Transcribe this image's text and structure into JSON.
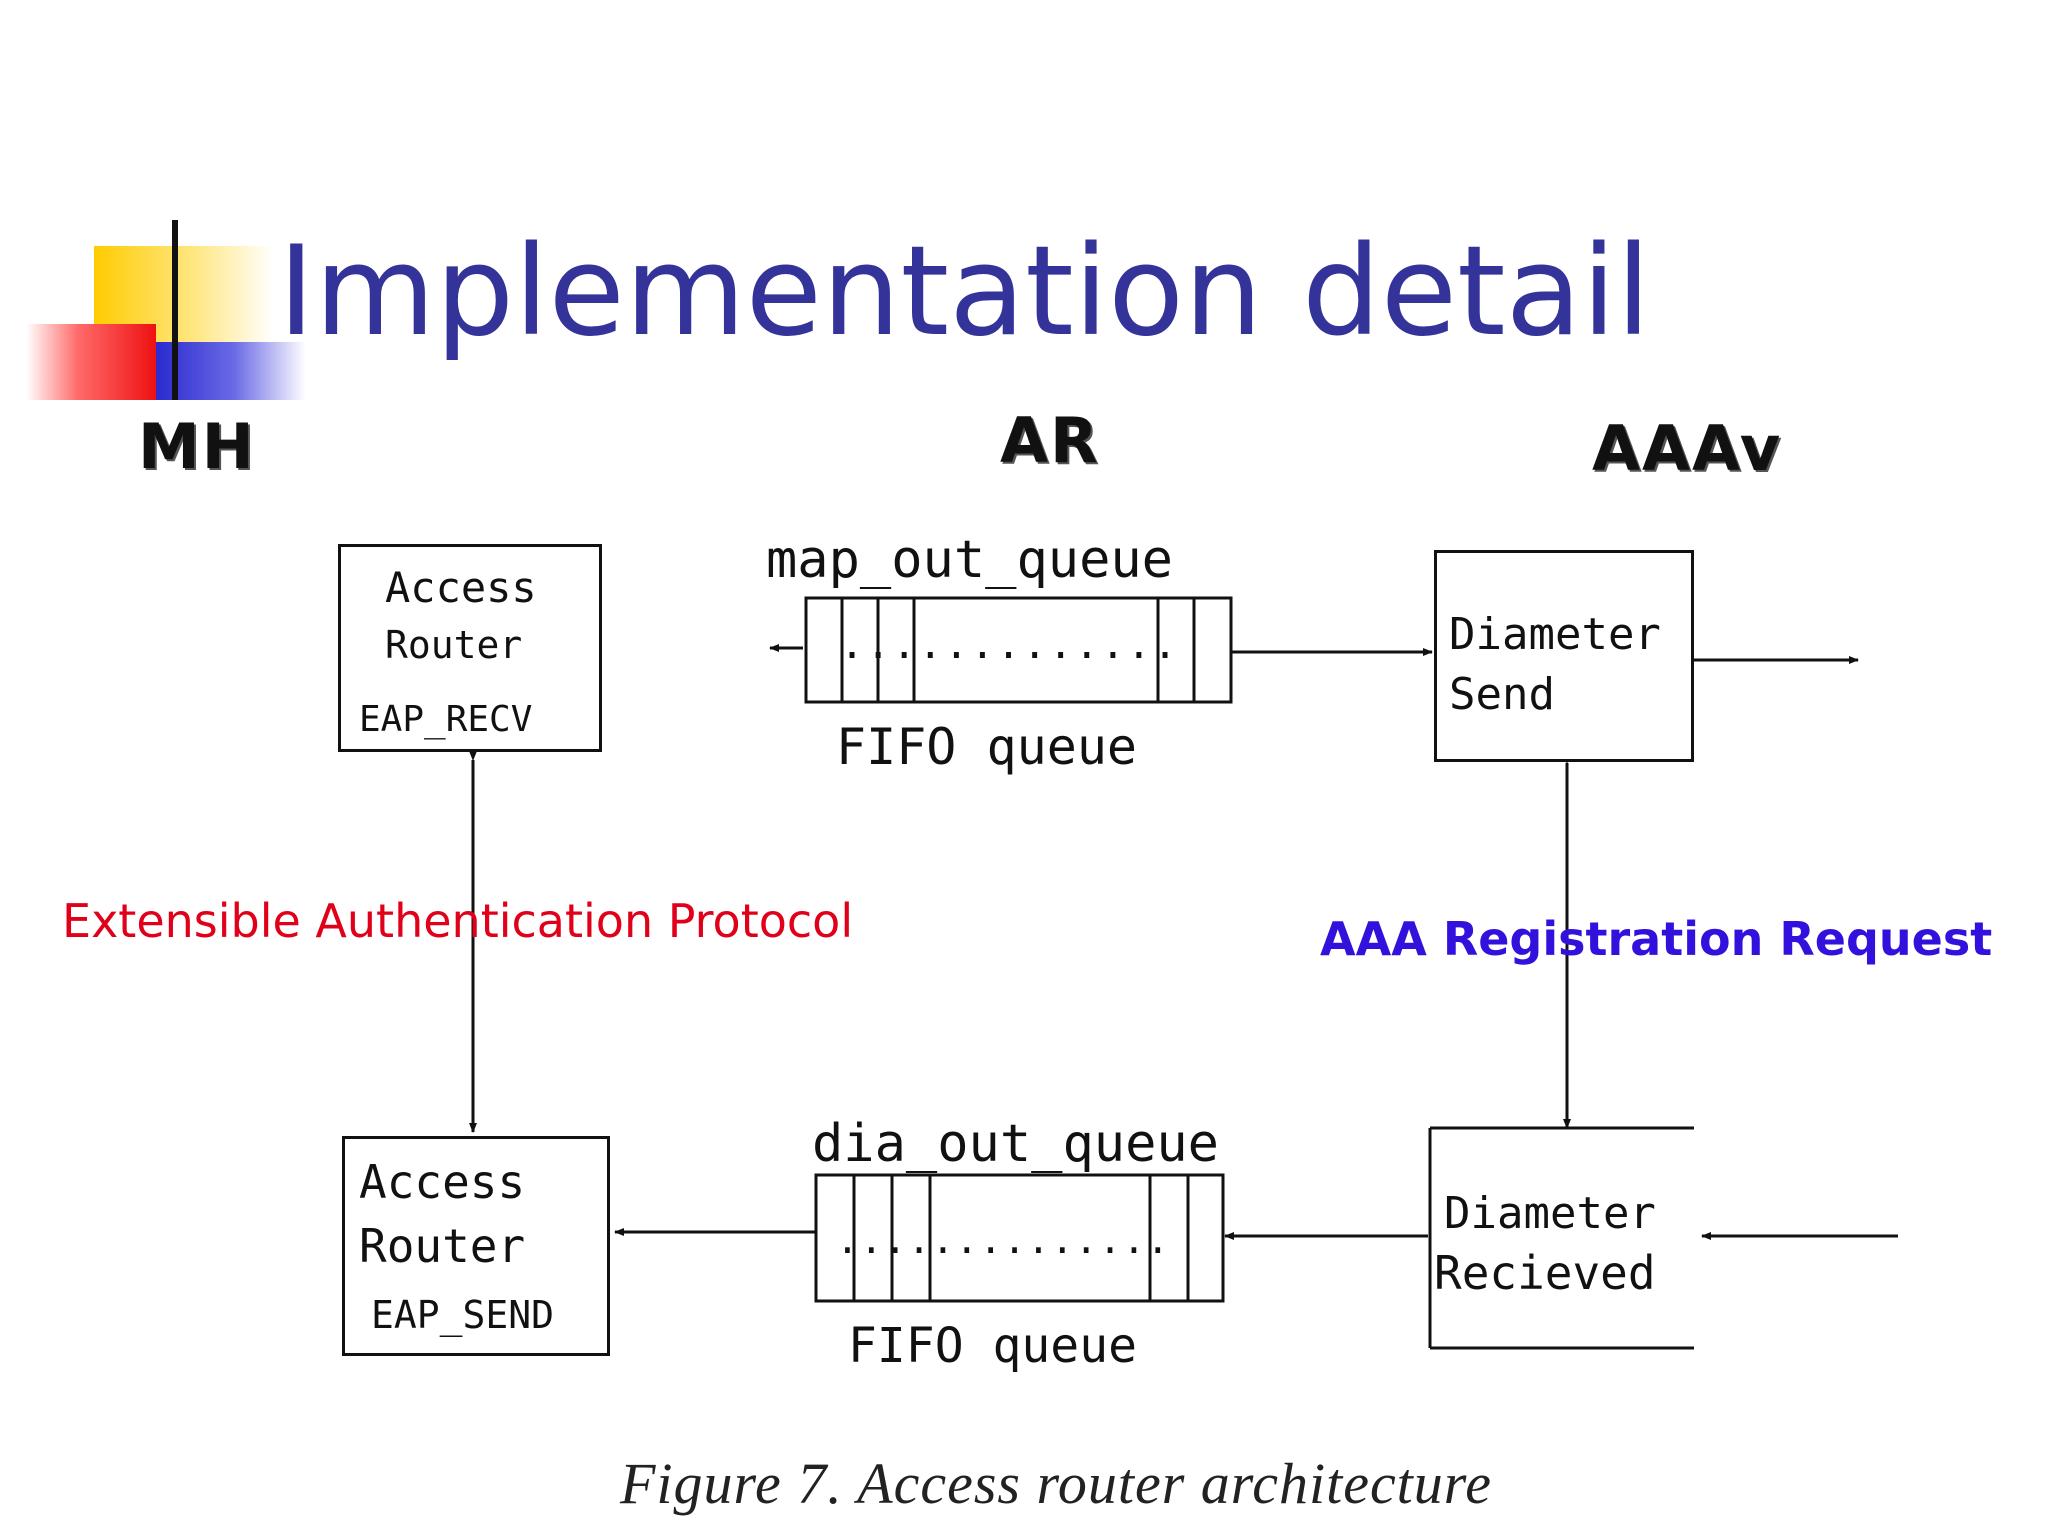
{
  "slide": {
    "title": "Implementation detail"
  },
  "columns": {
    "mh": "MH",
    "ar": "AR",
    "aaav": "AAAv"
  },
  "boxes": {
    "access_router_recv": {
      "line1": "Access",
      "line2": "Router",
      "line3": "EAP_RECV"
    },
    "access_router_send": {
      "line1": "Access",
      "line2": "Router",
      "line3": "EAP_SEND"
    },
    "diameter_send": {
      "line1": "Diameter",
      "line2": "Send"
    },
    "diameter_recieved": {
      "line1": "Diameter",
      "line2": "Recieved"
    }
  },
  "queues": {
    "top": {
      "name": "map_out_queue",
      "label": "FIFO queue",
      "dots": "............."
    },
    "bottom": {
      "name": "dia_out_queue",
      "label": "FIFO queue",
      "dots": ".............."
    }
  },
  "annotations": {
    "left": "Extensible Authentication Protocol",
    "right": "AAA Registration Request"
  },
  "caption": "Figure 7. Access router architecture",
  "colors": {
    "title": "#333399",
    "annotation_left": "#e0001a",
    "annotation_right": "#3311dd",
    "deco_yellow": "#ffcc00",
    "deco_red": "#ee1111",
    "deco_blue": "#2222cc"
  }
}
